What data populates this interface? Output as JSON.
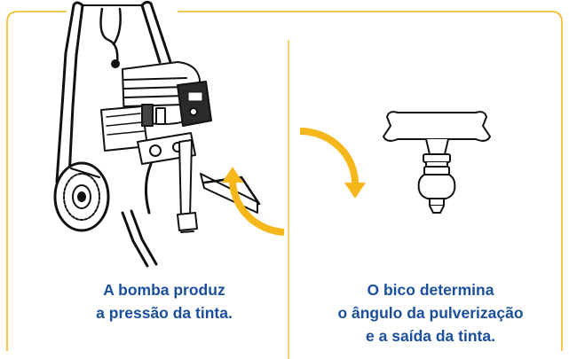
{
  "colors": {
    "accent": "#f5b71a",
    "text": "#1a4f9c",
    "line": "#111111"
  },
  "illustrations": {
    "left": "airless-paint-sprayer-pump",
    "center": "circular-arrows-cycle-icon",
    "right": "spray-tip-nozzle"
  },
  "left_caption": {
    "line1": "A bomba produz",
    "line2": "a pressão da tinta."
  },
  "right_caption": {
    "line1": "O bico determina",
    "line2": "o ângulo da pulverização",
    "line3": "e a saída da tinta."
  }
}
